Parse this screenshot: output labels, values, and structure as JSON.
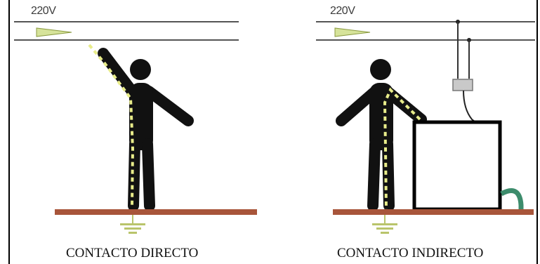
{
  "panels": [
    {
      "voltage_label": "220V",
      "caption": "CONTACTO DIRECTO"
    },
    {
      "voltage_label": "220V",
      "caption": "CONTACTO INDIRECTO"
    }
  ],
  "colors": {
    "line": "#555555",
    "person": "#111111",
    "current_path": "#e8ec8a",
    "arrow": "#d6e39a",
    "floor": "#a8553a",
    "ground_symbol": "#b9c46b",
    "appliance_cable": "#3d8c6c",
    "appliance_box": "#000000",
    "switch_box": "#c9c9c9"
  }
}
